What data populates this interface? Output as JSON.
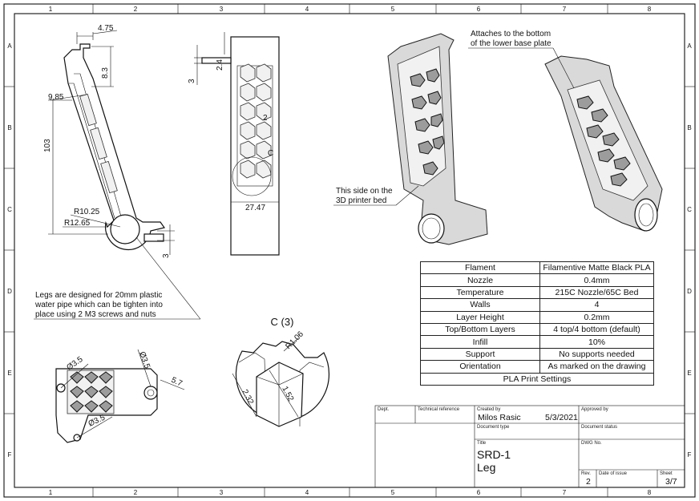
{
  "border": {
    "columns": [
      "1",
      "2",
      "3",
      "4",
      "5",
      "6",
      "7",
      "8"
    ],
    "rows": [
      "A",
      "B",
      "C",
      "D",
      "E",
      "F"
    ]
  },
  "dimensions": {
    "side_view": [
      "4.75",
      "8.3",
      "9.85",
      "103",
      "R10.25",
      "R12.65",
      "3"
    ],
    "front_view": [
      "3",
      "2.4",
      "2",
      "27.47"
    ],
    "bottom_view": [
      "Ø3.5",
      "Ø3.5",
      "5.7",
      "Ø3.5"
    ],
    "detail_view": [
      "R1.06",
      "2.32",
      "1.52"
    ]
  },
  "detail_label": "C (3)",
  "detail_marker": "C",
  "notes": {
    "attach_line1": "Attaches to the bottom",
    "attach_line2": "of the lower base plate",
    "printbed_line1": "This side on the",
    "printbed_line2": "3D printer bed",
    "legs_line1": "Legs are designed for 20mm plastic",
    "legs_line2": "water pipe which can be tighten into",
    "legs_line3": "place using 2 M3 screws and nuts"
  },
  "print_settings": {
    "rows": [
      {
        "label": "Flament",
        "value": "Filamentive Matte Black PLA"
      },
      {
        "label": "Nozzle",
        "value": "0.4mm"
      },
      {
        "label": "Temperature",
        "value": "215C Nozzle/65C Bed"
      },
      {
        "label": "Walls",
        "value": "4"
      },
      {
        "label": "Layer Height",
        "value": "0.2mm"
      },
      {
        "label": "Top/Bottom Layers",
        "value": "4 top/4 bottom (default)"
      },
      {
        "label": "Infill",
        "value": "10%"
      },
      {
        "label": "Support",
        "value": "No supports needed"
      },
      {
        "label": "Orientation",
        "value": "As marked on the drawing"
      }
    ],
    "caption": "PLA Print Settings"
  },
  "title_block": {
    "dept_label": "Dept.",
    "tech_ref_label": "Technical reference",
    "created_by_label": "Created by",
    "created_by": "Milos Rasic",
    "date": "5/3/2021",
    "approved_by_label": "Approved by",
    "doc_type_label": "Document type",
    "doc_status_label": "Document status",
    "title_label": "Title",
    "title_line1": "SRD-1",
    "title_line2": "Leg",
    "dwg_no_label": "DWG No.",
    "rev_label": "Rev.",
    "rev": "2",
    "date_of_issue_label": "Date of issue",
    "sheet_label": "Sheet",
    "sheet": "3/7"
  }
}
